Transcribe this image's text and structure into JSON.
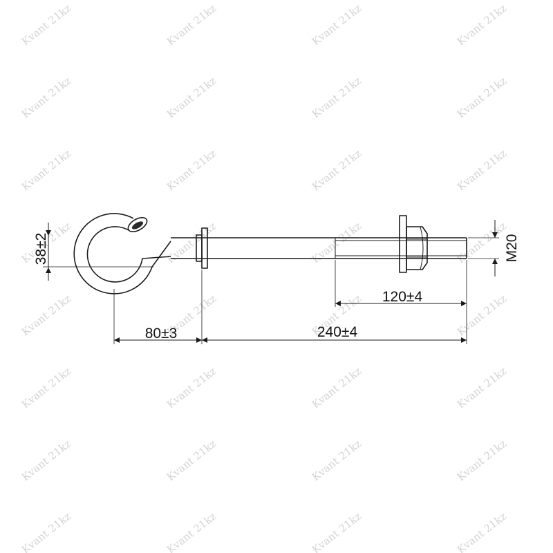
{
  "watermark": {
    "text": "Kvant 21kz"
  },
  "dimensions": {
    "hook_height": "38±2",
    "hook_offset": "80±3",
    "rod_length": "240±4",
    "thread_length": "120±4",
    "thread_size": "M20"
  },
  "colors": {
    "line": "#1a1a1a",
    "watermark": "#d4d4d4",
    "background": "#ffffff"
  }
}
